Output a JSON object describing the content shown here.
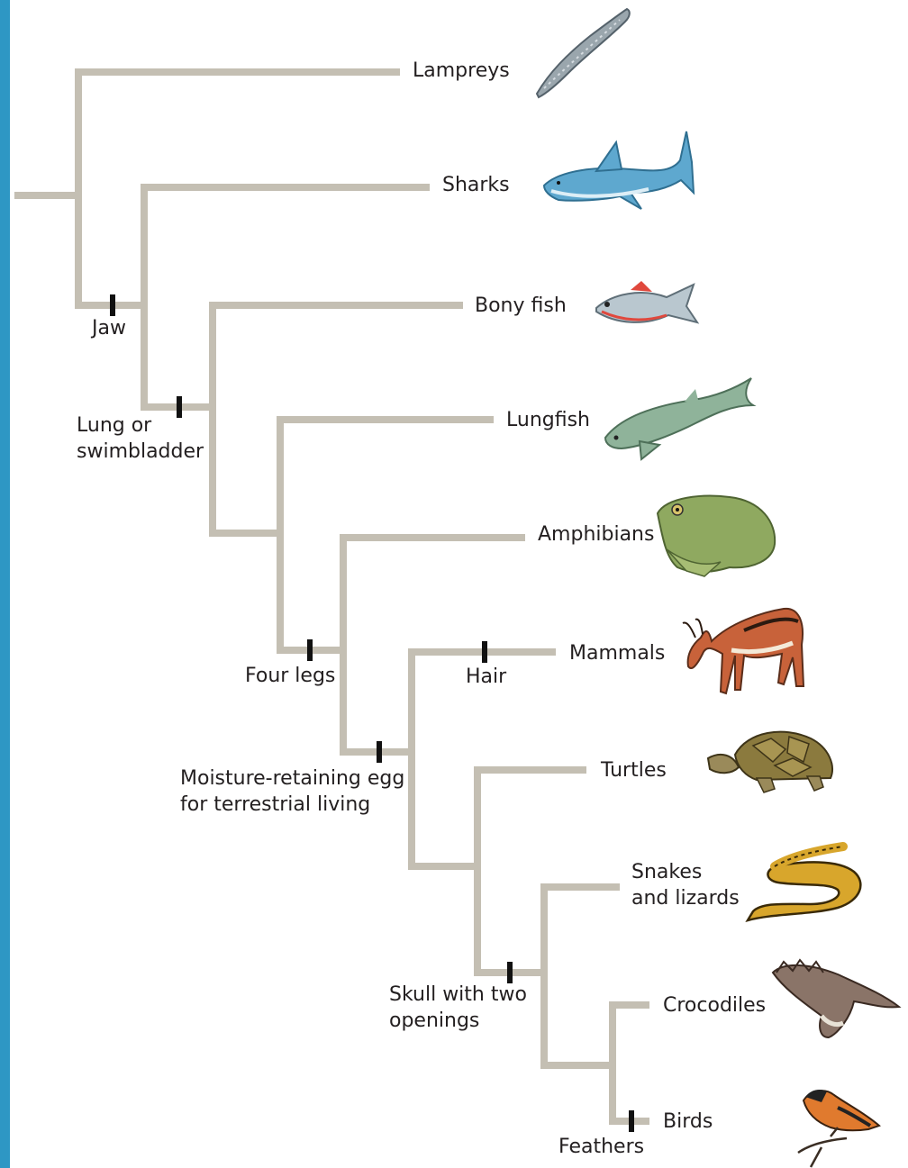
{
  "taxa": [
    {
      "id": "lampreys",
      "label": "Lampreys",
      "icon": "lamprey-icon"
    },
    {
      "id": "sharks",
      "label": "Sharks",
      "icon": "shark-icon"
    },
    {
      "id": "bonyfish",
      "label": "Bony fish",
      "icon": "bony-fish-icon"
    },
    {
      "id": "lungfish",
      "label": "Lungfish",
      "icon": "lungfish-icon"
    },
    {
      "id": "amphibians",
      "label": "Amphibians",
      "icon": "frog-icon"
    },
    {
      "id": "mammals",
      "label": "Mammals",
      "icon": "antelope-icon"
    },
    {
      "id": "turtles",
      "label": "Turtles",
      "icon": "tortoise-icon"
    },
    {
      "id": "snakes",
      "label": "Snakes\nand lizards",
      "icon": "snake-icon"
    },
    {
      "id": "crocodiles",
      "label": "Crocodiles",
      "icon": "crocodile-icon"
    },
    {
      "id": "birds",
      "label": "Birds",
      "icon": "bird-icon"
    }
  ],
  "traits": [
    {
      "id": "jaw",
      "label": "Jaw"
    },
    {
      "id": "lung",
      "label": "Lung or\nswimbladder"
    },
    {
      "id": "legs",
      "label": "Four legs"
    },
    {
      "id": "egg",
      "label": "Moisture-retaining egg\nfor terrestrial living"
    },
    {
      "id": "hair",
      "label": "Hair"
    },
    {
      "id": "skull",
      "label": "Skull with two\nopenings"
    },
    {
      "id": "feathers",
      "label": "Feathers"
    }
  ],
  "colors": {
    "branch": "#c4bfb3",
    "marker": "#111111",
    "left_bar": "#2e97c4",
    "text": "#231f20"
  }
}
